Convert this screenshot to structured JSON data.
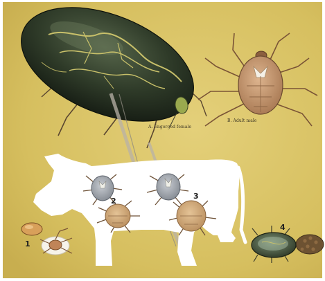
{
  "illustration": {
    "subject": "tick-life-cycle-plate",
    "colors": {
      "background": "#d8c366",
      "engorged_body": "#2f3b29",
      "vein_pattern": "#c8c06a",
      "tick_body": "#c49a72",
      "cow_silhouette": "#ffffff",
      "egg_mass": "#6d5232"
    }
  },
  "labels": {
    "caption_a": "A. Engorged female",
    "caption_b": "B. Adult male",
    "stage_1": "1",
    "stage_2": "2",
    "stage_3": "3",
    "stage_4": "4"
  }
}
